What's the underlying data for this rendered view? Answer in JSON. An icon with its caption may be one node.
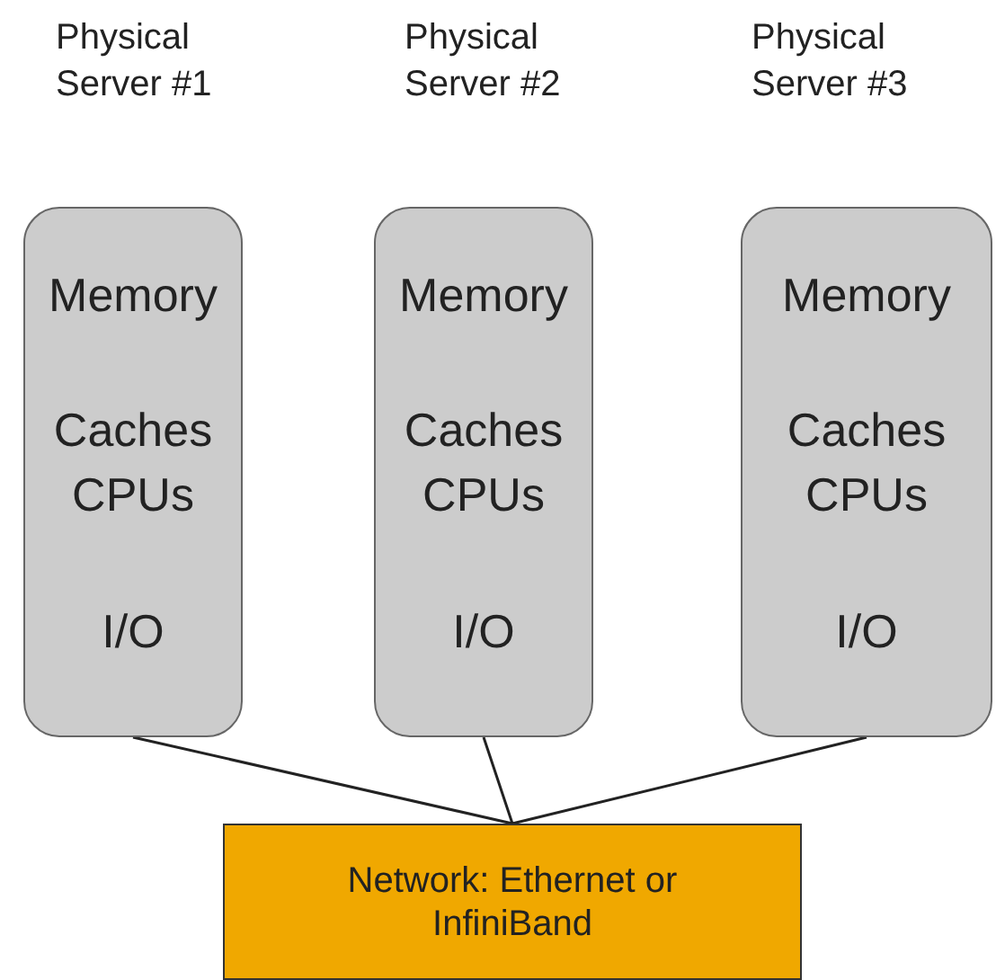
{
  "diagram": {
    "nodes": [
      {
        "text": [
          "Physical Server #1",
          "Memory",
          "Caches CPUs",
          "I/O"
        ]
      },
      {
        "text": [
          "Physical Server #2",
          "Memory",
          "Caches CPUs",
          "I/O"
        ]
      },
      {
        "text": [
          "Physical Server #3",
          "Memory",
          "Caches CPUs",
          "I/O"
        ]
      },
      {
        "text": [
          "Network: Ethernet or InfiniBand"
        ]
      }
    ],
    "edges": [
      {
        "from": 0,
        "to": 3,
        "arrow": "none"
      },
      {
        "from": 1,
        "to": 3,
        "arrow": "none"
      },
      {
        "from": 2,
        "to": 3,
        "arrow": "none"
      }
    ]
  }
}
